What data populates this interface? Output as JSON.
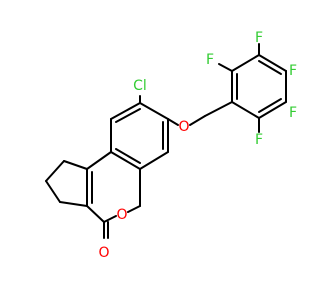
{
  "colors": {
    "background": "#ffffff",
    "bond": "#000000",
    "halogen_cl": "#33cc33",
    "halogen_f": "#33cc33",
    "oxygen": "#ff0000"
  },
  "atoms": {
    "cl": "Cl",
    "o_ether": "O",
    "o_ring": "O",
    "o_carbonyl": "O",
    "f1": "F",
    "f2": "F",
    "f3": "F",
    "f4": "F",
    "f5": "F"
  }
}
